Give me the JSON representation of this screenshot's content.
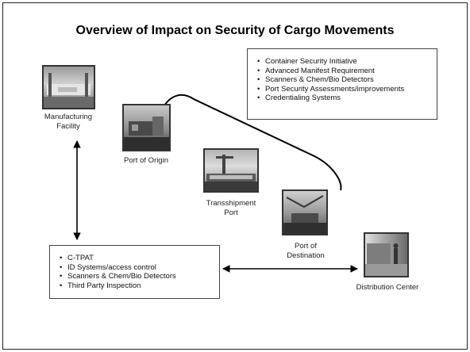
{
  "title": "Overview of Impact on Security of Cargo Movements",
  "nodes": {
    "manufacturing": [
      "Manufacturing",
      "Facility"
    ],
    "origin": [
      "Port of Origin"
    ],
    "transshipment": [
      "Transshipment",
      "Port"
    ],
    "destination": [
      "Port of",
      "Destination"
    ],
    "distribution": [
      "Distribution Center"
    ]
  },
  "upper_box": {
    "items": [
      "Container Security Initiative",
      "Advanced Manifest Requirement",
      "Scanners & Chem/Bio Detectors",
      "Port Security Assessments/improvements",
      "Credentialing Systems"
    ]
  },
  "lower_box": {
    "items": [
      "C-TPAT",
      "ID Systems/access control",
      "Scanners & Chem/Bio Detectors",
      "Third Party Inspection"
    ]
  }
}
